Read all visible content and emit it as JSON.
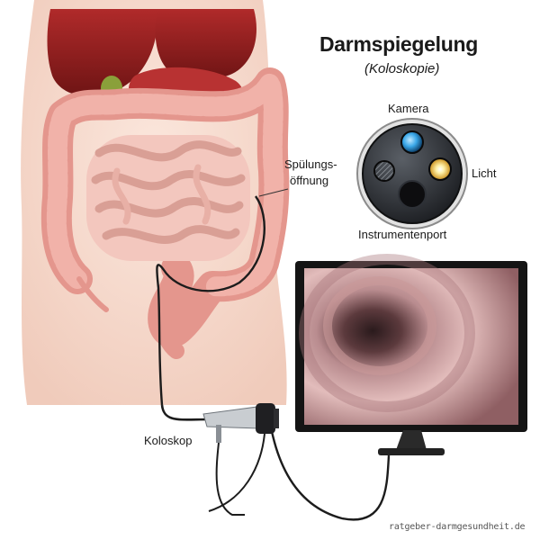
{
  "diagram": {
    "title": "Darmspiegelung",
    "subtitle": "(Koloskopie)",
    "labels": {
      "kamera": "Kamera",
      "spuelung_line1": "Spülungs-",
      "spuelung_line2": "öffnung",
      "licht": "Licht",
      "instrumentenport": "Instrumentenport",
      "koloskop": "Koloskop"
    },
    "footer": "ratgeber-darmgesundheit.de"
  },
  "colors": {
    "skin": "#f6dccf",
    "liver": "#8e1f1f",
    "colon": "#e9a49c",
    "intestine": "#f2c3ba",
    "lens_blue": "#3aa7e8",
    "lens_light": "#f5d76a",
    "monitor": "#141414"
  }
}
